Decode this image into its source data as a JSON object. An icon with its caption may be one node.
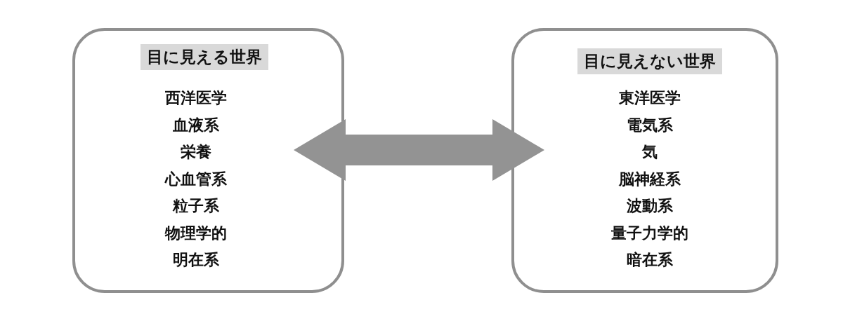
{
  "diagram": {
    "nodes": [
      {
        "text": [
          "目に見える世界",
          "西洋医学",
          "血液系",
          "栄養",
          "心血管系",
          "粒子系",
          "物理学的",
          "明在系"
        ]
      },
      {
        "text": [
          "目に見えない世界",
          "東洋医学",
          "電気系",
          "気",
          "脳神経系",
          "波動系",
          "量子力学的",
          "暗在系"
        ]
      }
    ],
    "edges": [
      {
        "from": 0,
        "to": 1,
        "arrow": "both",
        "style": "thick"
      }
    ]
  }
}
